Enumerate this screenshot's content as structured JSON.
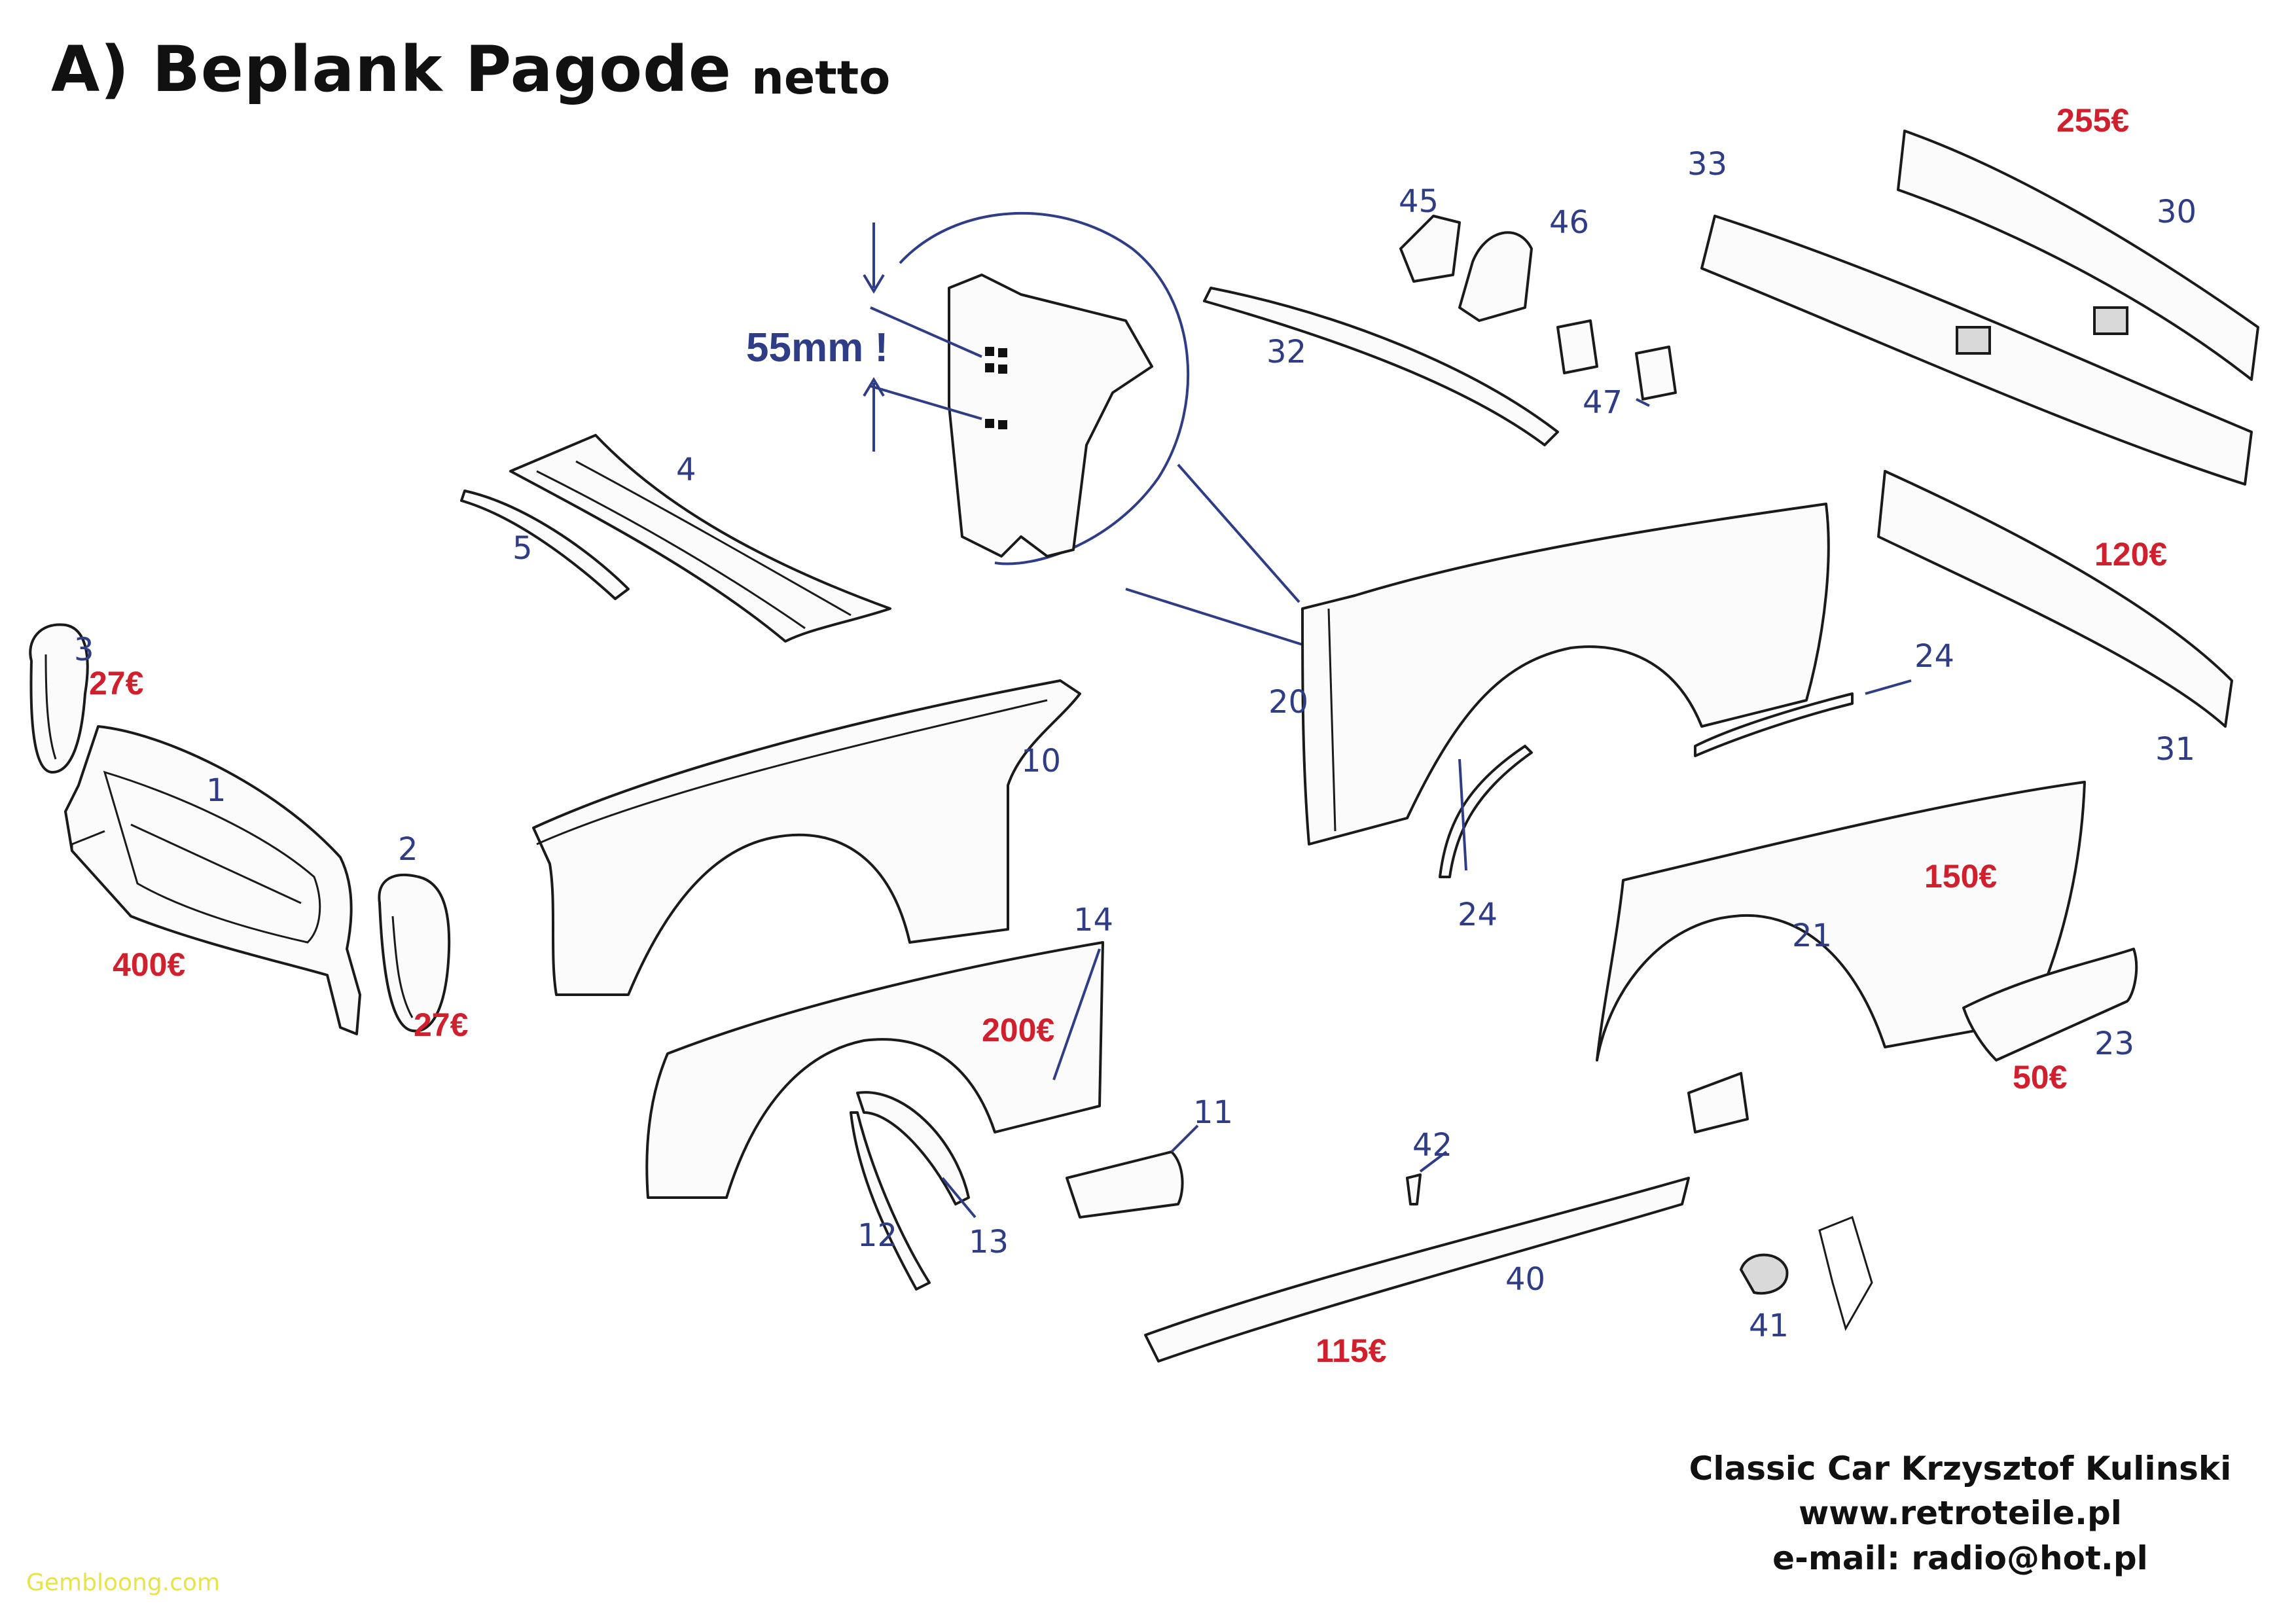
{
  "title": "A) Beplank Pagode",
  "subtitle": "netto",
  "dimension_note": "55mm !",
  "part_numbers": {
    "p1": "1",
    "p2": "2",
    "p3": "3",
    "p4": "4",
    "p5": "5",
    "p10": "10",
    "p11": "11",
    "p12": "12",
    "p13": "13",
    "p14": "14",
    "p20": "20",
    "p21": "21",
    "p23": "23",
    "p24a": "24",
    "p24b": "24",
    "p30": "30",
    "p31": "31",
    "p32": "32",
    "p33": "33",
    "p40": "40",
    "p41": "41",
    "p42": "42",
    "p45": "45",
    "p46": "46",
    "p47": "47"
  },
  "prices": {
    "grille": "400€",
    "headlamp_left": "27€",
    "headlamp_right": "27€",
    "front_fender": "200€",
    "rocker_panel": "115€",
    "rear_fender": "150€",
    "rear_trim": "50€",
    "rear_apron_upper": "255€",
    "rear_apron_lower": "120€"
  },
  "footer": {
    "company": "Classic Car Krzysztof Kulinski",
    "website": "www.retroteile.pl",
    "email": "e-mail: radio@hot.pl"
  },
  "watermark": "Gembloong.com",
  "colors": {
    "price": "#d0202e",
    "part_number": "#2f3d86",
    "text": "#111111"
  }
}
